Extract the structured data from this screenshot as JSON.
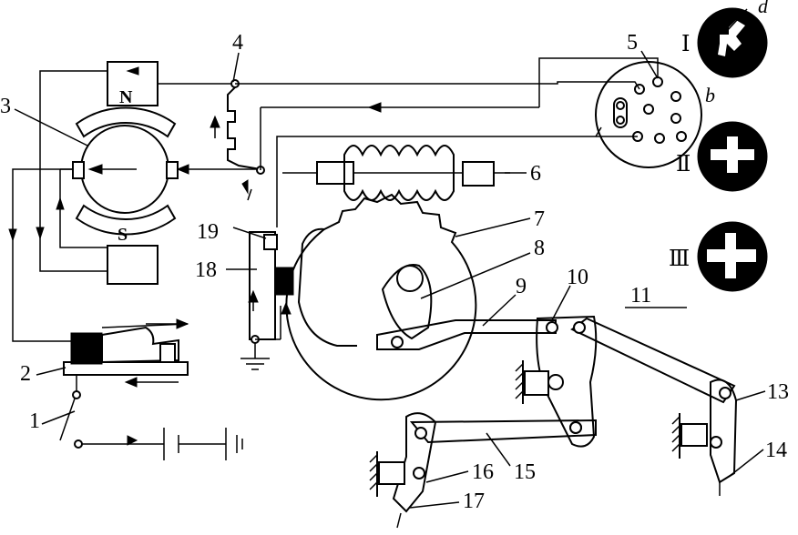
{
  "diagram": {
    "part_numbers": {
      "n1": "1",
      "n2": "2",
      "n3": "3",
      "n4": "4",
      "n5": "5",
      "n6": "6",
      "n7": "7",
      "n8": "8",
      "n9": "9",
      "n10": "10",
      "n11": "11",
      "n12": "13",
      "n13": "14",
      "n14": "15",
      "n15": "16",
      "n16": "17",
      "n17": "18",
      "n18": "19"
    },
    "pole_labels": {
      "north": "N",
      "south": "S"
    },
    "contact_labels": {
      "d": "d",
      "b": "b"
    },
    "position_labels": {
      "p1": "Ⅰ",
      "p2": "Ⅱ",
      "p3": "Ⅲ"
    }
  }
}
